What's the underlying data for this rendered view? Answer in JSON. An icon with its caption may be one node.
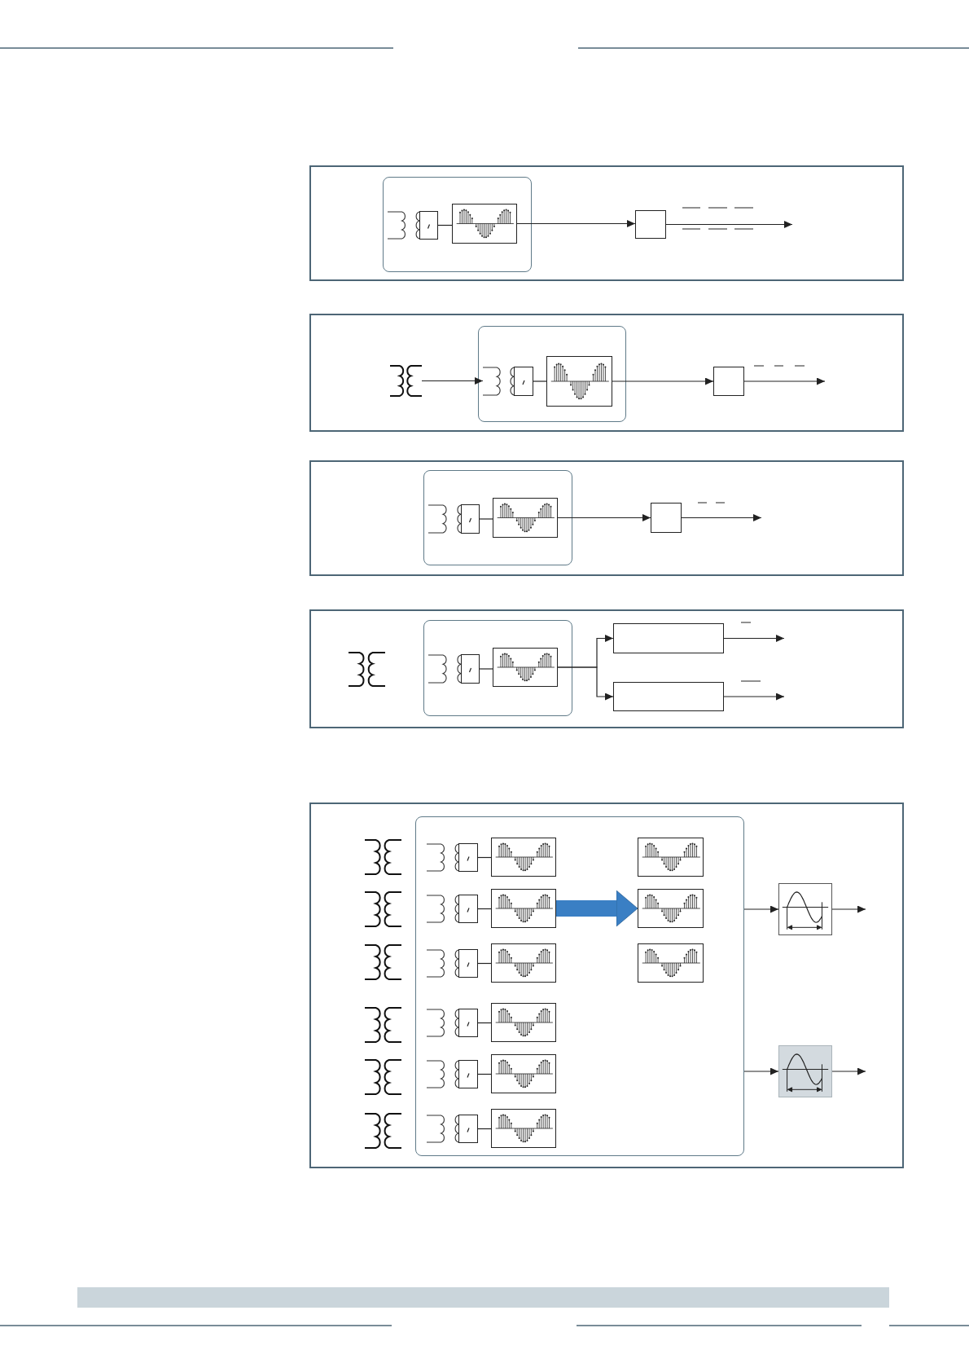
{
  "diagram": {
    "nodes": [
      {
        "text": [],
        "shape": "box"
      },
      {
        "text": [],
        "shape": "box",
        "in": 0
      },
      {
        "text": [],
        "shape": "transformer",
        "in": 1
      },
      {
        "text": [],
        "shape": "box",
        "in": 1
      },
      {
        "text": [],
        "shape": "box",
        "in": 1
      },
      {
        "text": [],
        "shape": "box",
        "in": 0
      },
      {
        "text": [],
        "shape": "box"
      },
      {
        "text": [],
        "shape": "transformer",
        "in": 6
      },
      {
        "text": [],
        "shape": "box",
        "in": 6
      },
      {
        "text": [],
        "shape": "transformer",
        "in": 8
      },
      {
        "text": [],
        "shape": "box",
        "in": 8
      },
      {
        "text": [],
        "shape": "box",
        "in": 8
      },
      {
        "text": [],
        "shape": "box",
        "in": 6
      },
      {
        "text": [],
        "shape": "box"
      },
      {
        "text": [],
        "shape": "box",
        "in": 13
      },
      {
        "text": [],
        "shape": "transformer",
        "in": 14
      },
      {
        "text": [],
        "shape": "box",
        "in": 14
      },
      {
        "text": [],
        "shape": "box",
        "in": 14
      },
      {
        "text": [],
        "shape": "box",
        "in": 13
      },
      {
        "text": [],
        "shape": "box"
      },
      {
        "text": [],
        "shape": "transformer",
        "in": 19
      },
      {
        "text": [],
        "shape": "box",
        "in": 19
      },
      {
        "text": [],
        "shape": "transformer",
        "in": 21
      },
      {
        "text": [],
        "shape": "box",
        "in": 21
      },
      {
        "text": [],
        "shape": "box",
        "in": 21
      },
      {
        "text": [],
        "shape": "box",
        "in": 19
      },
      {
        "text": [],
        "shape": "box",
        "in": 19
      },
      {
        "text": [],
        "shape": "box"
      },
      {
        "text": [],
        "shape": "transformer",
        "in": 27
      },
      {
        "text": [],
        "shape": "transformer",
        "in": 27
      },
      {
        "text": [],
        "shape": "transformer",
        "in": 27
      },
      {
        "text": [],
        "shape": "transformer",
        "in": 27
      },
      {
        "text": [],
        "shape": "transformer",
        "in": 27
      },
      {
        "text": [],
        "shape": "transformer",
        "in": 27
      },
      {
        "text": [],
        "shape": "box",
        "in": 27
      },
      {
        "text": [],
        "shape": "transformer",
        "in": 34
      },
      {
        "text": [],
        "shape": "box",
        "in": 34
      },
      {
        "text": [],
        "shape": "box",
        "in": 34
      },
      {
        "text": [],
        "shape": "transformer",
        "in": 34
      },
      {
        "text": [],
        "shape": "box",
        "in": 34
      },
      {
        "text": [],
        "shape": "box",
        "in": 34
      },
      {
        "text": [],
        "shape": "transformer",
        "in": 34
      },
      {
        "text": [],
        "shape": "box",
        "in": 34
      },
      {
        "text": [],
        "shape": "box",
        "in": 34
      },
      {
        "text": [],
        "shape": "transformer",
        "in": 34
      },
      {
        "text": [],
        "shape": "box",
        "in": 34
      },
      {
        "text": [],
        "shape": "box",
        "in": 34
      },
      {
        "text": [],
        "shape": "transformer",
        "in": 34
      },
      {
        "text": [],
        "shape": "box",
        "in": 34
      },
      {
        "text": [],
        "shape": "box",
        "in": 34
      },
      {
        "text": [],
        "shape": "transformer",
        "in": 34
      },
      {
        "text": [],
        "shape": "box",
        "in": 34
      },
      {
        "text": [],
        "shape": "box",
        "in": 34
      },
      {
        "text": [],
        "shape": "box",
        "in": 34
      },
      {
        "text": [],
        "shape": "box",
        "in": 34
      },
      {
        "text": [],
        "shape": "box",
        "in": 34
      },
      {
        "text": [],
        "shape": "box",
        "in": 27
      },
      {
        "text": [],
        "shape": "box",
        "in": 27
      }
    ],
    "edges": [
      {
        "from": 3,
        "to": 4,
        "arrow": "none"
      },
      {
        "from": 4,
        "to": 5,
        "arrow": "to"
      },
      {
        "from": 5,
        "to": null,
        "arrow": "to"
      },
      {
        "from": 7,
        "to": 9,
        "arrow": "to"
      },
      {
        "from": 10,
        "to": 11,
        "arrow": "none"
      },
      {
        "from": 11,
        "to": 12,
        "arrow": "to"
      },
      {
        "from": 12,
        "to": null,
        "arrow": "to"
      },
      {
        "from": 16,
        "to": 17,
        "arrow": "none"
      },
      {
        "from": 17,
        "to": 18,
        "arrow": "to"
      },
      {
        "from": 18,
        "to": null,
        "arrow": "to"
      },
      {
        "from": 23,
        "to": 24,
        "arrow": "none"
      },
      {
        "from": 24,
        "to": 25,
        "arrow": "to"
      },
      {
        "from": 24,
        "to": 26,
        "arrow": "to"
      },
      {
        "from": 25,
        "to": null,
        "arrow": "to"
      },
      {
        "from": 26,
        "to": null,
        "arrow": "to"
      },
      {
        "from": 36,
        "to": 37,
        "arrow": "none"
      },
      {
        "from": 39,
        "to": 40,
        "arrow": "none"
      },
      {
        "from": 42,
        "to": 43,
        "arrow": "none"
      },
      {
        "from": 45,
        "to": 46,
        "arrow": "none"
      },
      {
        "from": 48,
        "to": 49,
        "arrow": "none"
      },
      {
        "from": 51,
        "to": 52,
        "arrow": "none"
      },
      {
        "from": 40,
        "to": 54,
        "arrow": "to",
        "style": "thick",
        "color": "#3a7fc4"
      },
      {
        "from": 34,
        "to": 56,
        "arrow": "to"
      },
      {
        "from": 56,
        "to": null,
        "arrow": "to"
      },
      {
        "from": 34,
        "to": 57,
        "arrow": "to"
      },
      {
        "from": 57,
        "to": null,
        "arrow": "to"
      }
    ]
  }
}
